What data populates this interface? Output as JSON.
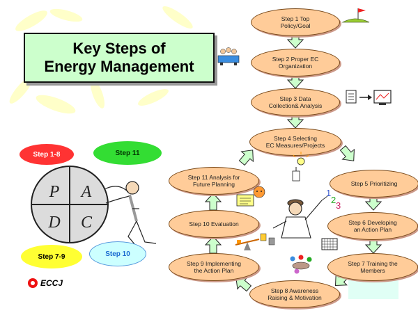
{
  "title": {
    "line1": "Key Steps of",
    "line2": "Energy Management"
  },
  "steps": [
    {
      "line1": "Step 1 Top",
      "line2": "Policy/Goal"
    },
    {
      "line1": "Step 2 Proper EC",
      "line2": "Organization"
    },
    {
      "line1": "Step 3 Data",
      "line2": "Collection& Analysis"
    },
    {
      "line1": "Step 4 Selecting",
      "line2": "EC Measures/Projects"
    },
    {
      "line1": "Step 5 Prioritizing",
      "line2": ""
    },
    {
      "line1": "Step 6 Developing",
      "line2": "an Action Plan"
    },
    {
      "line1": "Step 7 Training the",
      "line2": "Members"
    },
    {
      "line1": "Step 8 Awareness",
      "line2": "Raising & Motivation"
    },
    {
      "line1": "Step 9 Implementing",
      "line2": "the Action Plan"
    },
    {
      "line1": "Step 10 Evaluation",
      "line2": ""
    },
    {
      "line1": "Step 11 Analysis for",
      "line2": "Future Planning"
    }
  ],
  "pdca": {
    "p": "P",
    "a": "A",
    "d": "D",
    "c": "C"
  },
  "bubbles": [
    {
      "label": "Step 1-8",
      "color": "#ff3333",
      "text_color": "#ffffff"
    },
    {
      "label": "Step 11",
      "color": "#33dd33",
      "text_color": "#003300"
    },
    {
      "label": "Step 7-9",
      "color": "#ffff33",
      "text_color": "#000000"
    },
    {
      "label": "Step 10",
      "color": "#ccffff",
      "text_color": "#1a6ad0"
    }
  ],
  "logo": {
    "text": "ECCJ"
  },
  "colors": {
    "ellipse_fill": "#ffcc99",
    "arrow_fill": "#ccffcc",
    "title_fill": "#ccffcc"
  }
}
